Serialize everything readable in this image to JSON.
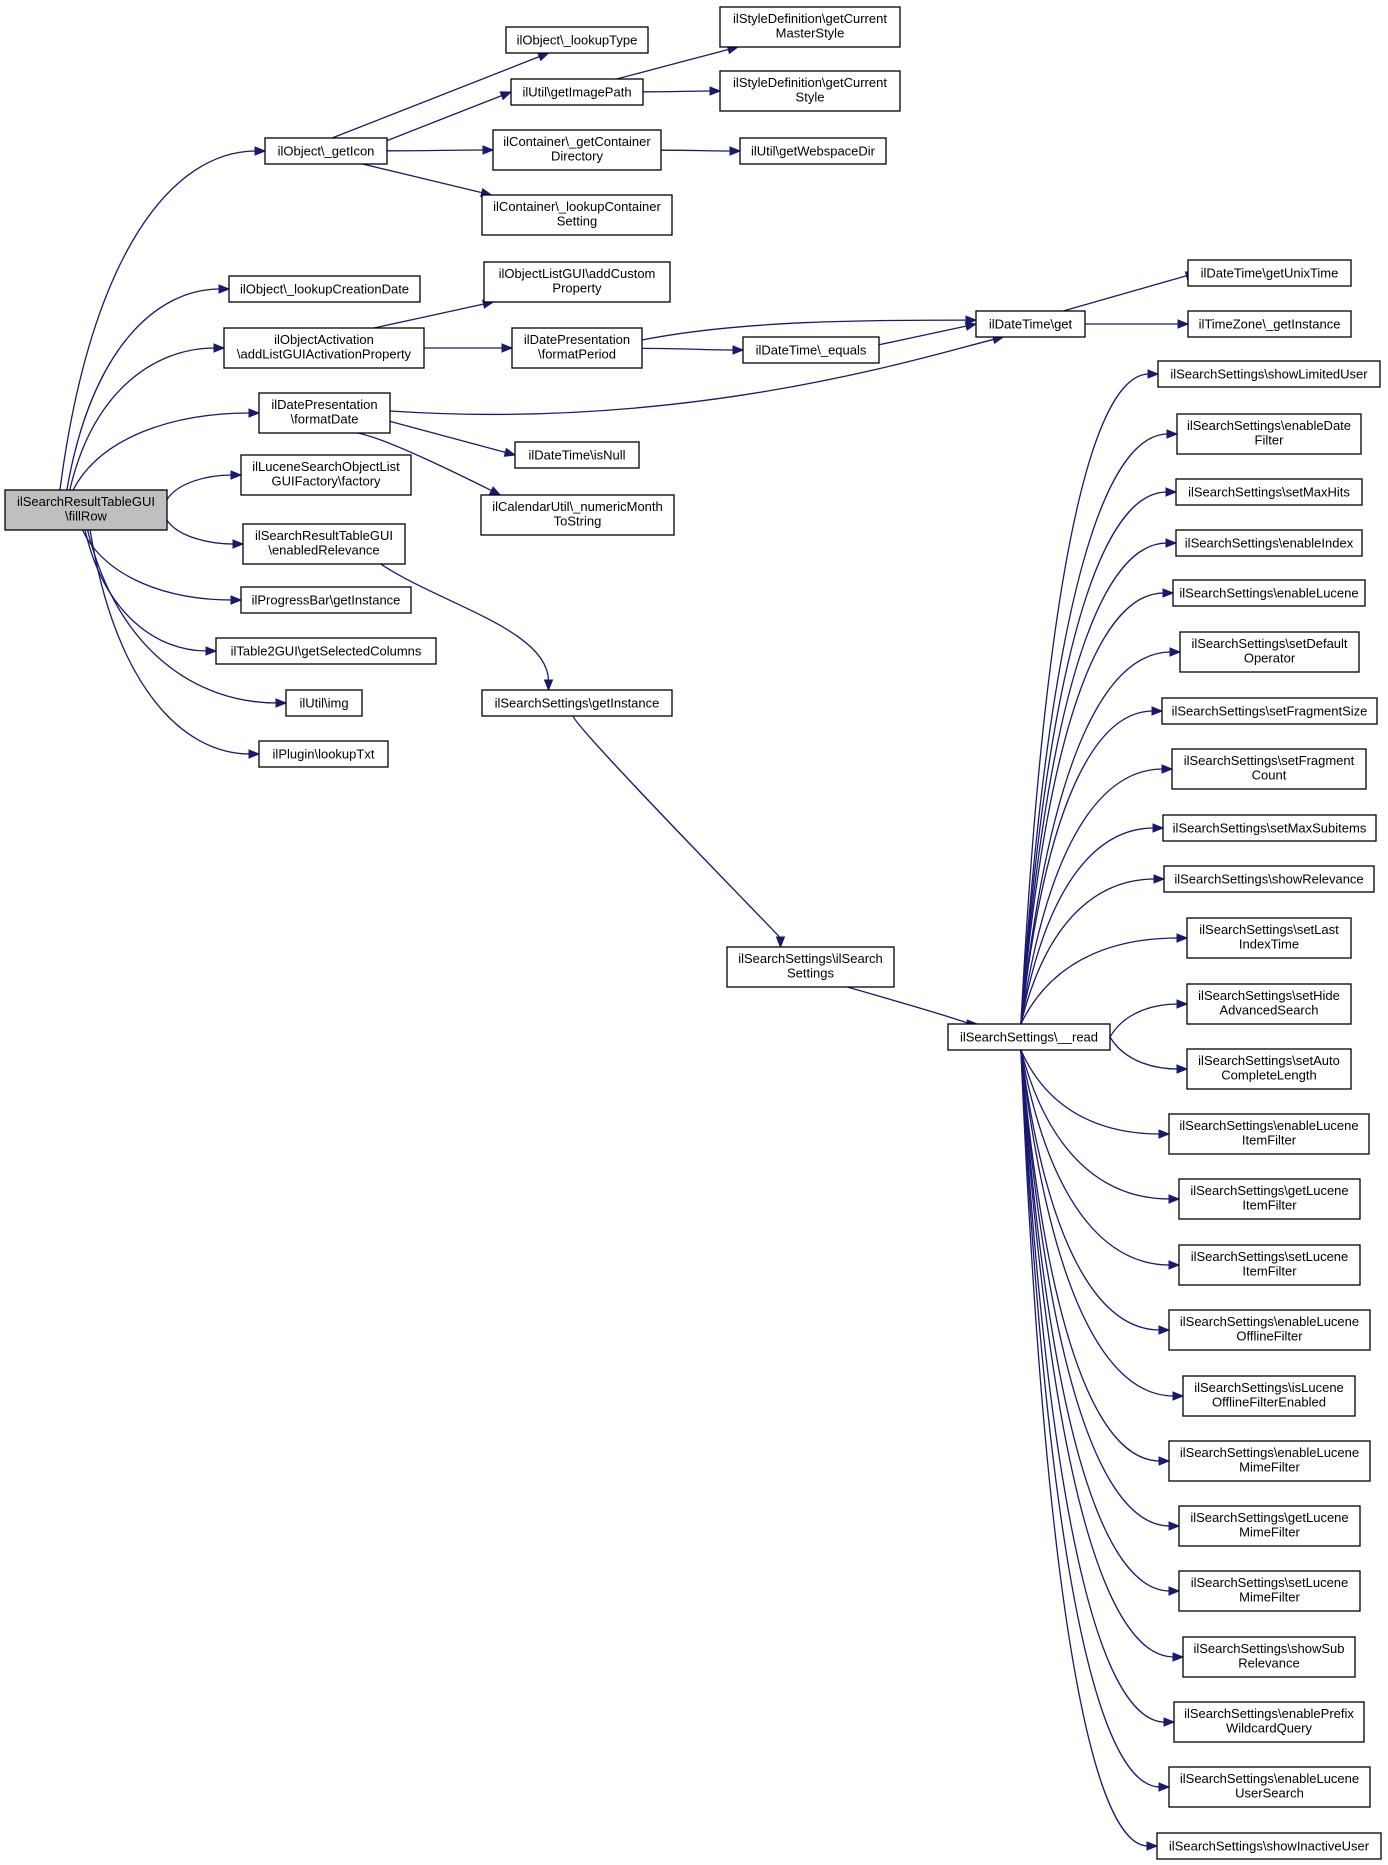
{
  "colors": {
    "edge": "#191970",
    "node_border": "#000000",
    "root_fill": "#bfbfbf",
    "node_fill": "#ffffff"
  },
  "nodes": [
    {
      "id": "root",
      "lines": [
        "ilSearchResultTableGUI",
        "\\fillRow"
      ]
    },
    {
      "id": "getIcon",
      "lines": [
        "ilObject\\_getIcon"
      ]
    },
    {
      "id": "lookupCreationDate",
      "lines": [
        "ilObject\\_lookupCreationDate"
      ]
    },
    {
      "id": "objActivation",
      "lines": [
        "ilObjectActivation",
        "\\addListGUIActivationProperty"
      ]
    },
    {
      "id": "formatDate",
      "lines": [
        "ilDatePresentation",
        "\\formatDate"
      ]
    },
    {
      "id": "luceneFactory",
      "lines": [
        "ilLuceneSearchObjectList",
        "GUIFactory\\factory"
      ]
    },
    {
      "id": "enabledRelevance",
      "lines": [
        "ilSearchResultTableGUI",
        "\\enabledRelevance"
      ]
    },
    {
      "id": "progressBar",
      "lines": [
        "ilProgressBar\\getInstance"
      ]
    },
    {
      "id": "table2gui",
      "lines": [
        "ilTable2GUI\\getSelectedColumns"
      ]
    },
    {
      "id": "utilImg",
      "lines": [
        "ilUtil\\img"
      ]
    },
    {
      "id": "pluginLookup",
      "lines": [
        "ilPlugin\\lookupTxt"
      ]
    },
    {
      "id": "lookupType",
      "lines": [
        "ilObject\\_lookupType"
      ]
    },
    {
      "id": "getImagePath",
      "lines": [
        "ilUtil\\getImagePath"
      ]
    },
    {
      "id": "getContainerDir",
      "lines": [
        "ilContainer\\_getContainer",
        "Directory"
      ]
    },
    {
      "id": "lookupContainerSetting",
      "lines": [
        "ilContainer\\_lookupContainer",
        "Setting"
      ]
    },
    {
      "id": "addCustomProperty",
      "lines": [
        "ilObjectListGUI\\addCustom",
        "Property"
      ]
    },
    {
      "id": "formatPeriod",
      "lines": [
        "ilDatePresentation",
        "\\formatPeriod"
      ]
    },
    {
      "id": "isNull",
      "lines": [
        "ilDateTime\\isNull"
      ]
    },
    {
      "id": "numericMonth",
      "lines": [
        "ilCalendarUtil\\_numericMonth",
        "ToString"
      ]
    },
    {
      "id": "searchGetInstance",
      "lines": [
        "ilSearchSettings\\getInstance"
      ]
    },
    {
      "id": "getCurrentMasterStyle",
      "lines": [
        "ilStyleDefinition\\getCurrent",
        "MasterStyle"
      ]
    },
    {
      "id": "getCurrentStyle",
      "lines": [
        "ilStyleDefinition\\getCurrent",
        "Style"
      ]
    },
    {
      "id": "getWebspaceDir",
      "lines": [
        "ilUtil\\getWebspaceDir"
      ]
    },
    {
      "id": "dtEquals",
      "lines": [
        "ilDateTime\\_equals"
      ]
    },
    {
      "id": "dtGet",
      "lines": [
        "ilDateTime\\get"
      ]
    },
    {
      "id": "getUnixTime",
      "lines": [
        "ilDateTime\\getUnixTime"
      ]
    },
    {
      "id": "tzGetInstance",
      "lines": [
        "ilTimeZone\\_getInstance"
      ]
    },
    {
      "id": "searchCtor",
      "lines": [
        "ilSearchSettings\\ilSearch",
        "Settings"
      ]
    },
    {
      "id": "read",
      "lines": [
        "ilSearchSettings\\__read"
      ]
    },
    {
      "id": "s01",
      "lines": [
        "ilSearchSettings\\showLimitedUser"
      ]
    },
    {
      "id": "s02",
      "lines": [
        "ilSearchSettings\\enableDate",
        "Filter"
      ]
    },
    {
      "id": "s03",
      "lines": [
        "ilSearchSettings\\setMaxHits"
      ]
    },
    {
      "id": "s04",
      "lines": [
        "ilSearchSettings\\enableIndex"
      ]
    },
    {
      "id": "s05",
      "lines": [
        "ilSearchSettings\\enableLucene"
      ]
    },
    {
      "id": "s06",
      "lines": [
        "ilSearchSettings\\setDefault",
        "Operator"
      ]
    },
    {
      "id": "s07",
      "lines": [
        "ilSearchSettings\\setFragmentSize"
      ]
    },
    {
      "id": "s08",
      "lines": [
        "ilSearchSettings\\setFragment",
        "Count"
      ]
    },
    {
      "id": "s09",
      "lines": [
        "ilSearchSettings\\setMaxSubitems"
      ]
    },
    {
      "id": "s10",
      "lines": [
        "ilSearchSettings\\showRelevance"
      ]
    },
    {
      "id": "s11",
      "lines": [
        "ilSearchSettings\\setLast",
        "IndexTime"
      ]
    },
    {
      "id": "s12",
      "lines": [
        "ilSearchSettings\\setHide",
        "AdvancedSearch"
      ]
    },
    {
      "id": "s13",
      "lines": [
        "ilSearchSettings\\setAuto",
        "CompleteLength"
      ]
    },
    {
      "id": "s14",
      "lines": [
        "ilSearchSettings\\enableLucene",
        "ItemFilter"
      ]
    },
    {
      "id": "s15",
      "lines": [
        "ilSearchSettings\\getLucene",
        "ItemFilter"
      ]
    },
    {
      "id": "s16",
      "lines": [
        "ilSearchSettings\\setLucene",
        "ItemFilter"
      ]
    },
    {
      "id": "s17",
      "lines": [
        "ilSearchSettings\\enableLucene",
        "OfflineFilter"
      ]
    },
    {
      "id": "s18",
      "lines": [
        "ilSearchSettings\\isLucene",
        "OfflineFilterEnabled"
      ]
    },
    {
      "id": "s19",
      "lines": [
        "ilSearchSettings\\enableLucene",
        "MimeFilter"
      ]
    },
    {
      "id": "s20",
      "lines": [
        "ilSearchSettings\\getLucene",
        "MimeFilter"
      ]
    },
    {
      "id": "s21",
      "lines": [
        "ilSearchSettings\\setLucene",
        "MimeFilter"
      ]
    },
    {
      "id": "s22",
      "lines": [
        "ilSearchSettings\\showSub",
        "Relevance"
      ]
    },
    {
      "id": "s23",
      "lines": [
        "ilSearchSettings\\enablePrefix",
        "WildcardQuery"
      ]
    },
    {
      "id": "s24",
      "lines": [
        "ilSearchSettings\\enableLucene",
        "UserSearch"
      ]
    },
    {
      "id": "s25",
      "lines": [
        "ilSearchSettings\\showInactiveUser"
      ]
    }
  ],
  "edges": [
    [
      "root",
      "getIcon"
    ],
    [
      "root",
      "lookupCreationDate"
    ],
    [
      "root",
      "objActivation"
    ],
    [
      "root",
      "formatDate"
    ],
    [
      "root",
      "luceneFactory"
    ],
    [
      "root",
      "enabledRelevance"
    ],
    [
      "root",
      "progressBar"
    ],
    [
      "root",
      "table2gui"
    ],
    [
      "root",
      "utilImg"
    ],
    [
      "root",
      "pluginLookup"
    ],
    [
      "getIcon",
      "lookupType"
    ],
    [
      "getIcon",
      "getImagePath"
    ],
    [
      "getIcon",
      "getContainerDir"
    ],
    [
      "getIcon",
      "lookupContainerSetting"
    ],
    [
      "getImagePath",
      "getCurrentMasterStyle"
    ],
    [
      "getImagePath",
      "getCurrentStyle"
    ],
    [
      "getContainerDir",
      "getWebspaceDir"
    ],
    [
      "objActivation",
      "addCustomProperty"
    ],
    [
      "objActivation",
      "formatPeriod"
    ],
    [
      "formatPeriod",
      "dtGet"
    ],
    [
      "formatPeriod",
      "dtEquals"
    ],
    [
      "dtEquals",
      "dtGet"
    ],
    [
      "formatDate",
      "dtGet"
    ],
    [
      "formatDate",
      "isNull"
    ],
    [
      "formatDate",
      "numericMonth"
    ],
    [
      "dtGet",
      "getUnixTime"
    ],
    [
      "dtGet",
      "tzGetInstance"
    ],
    [
      "enabledRelevance",
      "searchGetInstance"
    ],
    [
      "searchGetInstance",
      "searchCtor"
    ],
    [
      "searchCtor",
      "read"
    ],
    [
      "read",
      "s01"
    ],
    [
      "read",
      "s02"
    ],
    [
      "read",
      "s03"
    ],
    [
      "read",
      "s04"
    ],
    [
      "read",
      "s05"
    ],
    [
      "read",
      "s06"
    ],
    [
      "read",
      "s07"
    ],
    [
      "read",
      "s08"
    ],
    [
      "read",
      "s09"
    ],
    [
      "read",
      "s10"
    ],
    [
      "read",
      "s11"
    ],
    [
      "read",
      "s12"
    ],
    [
      "read",
      "s13"
    ],
    [
      "read",
      "s14"
    ],
    [
      "read",
      "s15"
    ],
    [
      "read",
      "s16"
    ],
    [
      "read",
      "s17"
    ],
    [
      "read",
      "s18"
    ],
    [
      "read",
      "s19"
    ],
    [
      "read",
      "s20"
    ],
    [
      "read",
      "s21"
    ],
    [
      "read",
      "s22"
    ],
    [
      "read",
      "s23"
    ],
    [
      "read",
      "s24"
    ],
    [
      "read",
      "s25"
    ]
  ]
}
